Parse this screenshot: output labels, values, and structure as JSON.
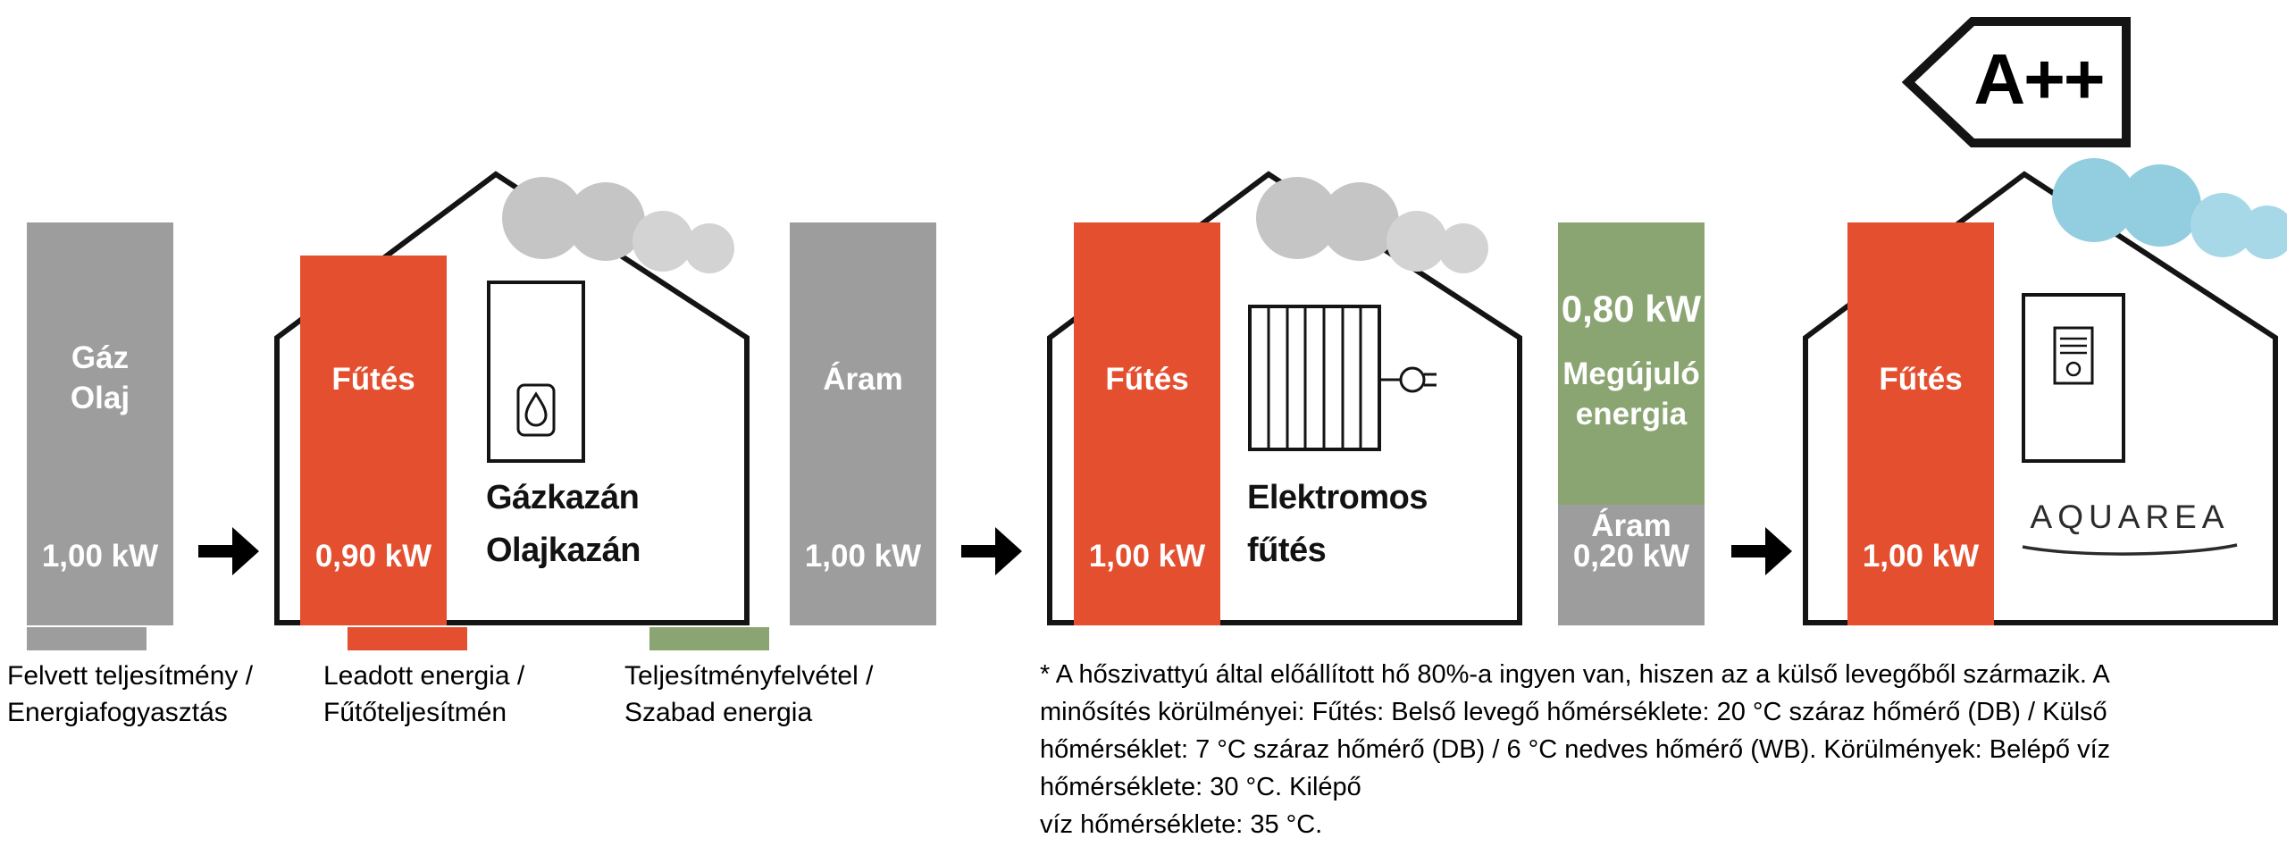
{
  "energy_label": "A++",
  "panel_gas": {
    "input": {
      "label": "Gáz\nOlaj",
      "value": "1,00 kW"
    },
    "output": {
      "label": "Fűtés",
      "value": "0,90 kW"
    },
    "caption": "Gázkazán\nOlajkazán"
  },
  "panel_electric": {
    "input": {
      "label": "Áram",
      "value": "1,00 kW"
    },
    "output": {
      "label": "Fűtés",
      "value": "1,00 kW"
    },
    "caption": "Elektromos\nfűtés"
  },
  "panel_heatpump": {
    "renewable": {
      "value": "0,80 kW",
      "label": "Megújuló\nenergia"
    },
    "electric": {
      "label": "Áram",
      "value": "0,20 kW"
    },
    "output": {
      "label": "Fűtés",
      "value": "1,00 kW"
    },
    "brand": "AQUAREA"
  },
  "legend": {
    "gray": "Felvett teljesítmény /\nEnergiafogyasztás",
    "red": "Leadott energia /\nFűtőteljesítmén",
    "green": "Teljesítményfelvétel /\nSzabad energia"
  },
  "footnote": "* A hőszivattyú által előállított hő 80%-a ingyen van, hiszen az a külső levegőből származik. A\nminősítés körülményei: Fűtés: Belső levegő hőmérséklete: 20 °C száraz hőmérő (DB) / Külső\nhőmérséklet: 7 °C száraz hőmérő (DB) / 6 °C nedves hőmérő (WB). Körülmények: Belépő víz\nhőmérséklete: 30 °C. Kilépő\nvíz hőmérséklete: 35 °C.",
  "colors": {
    "gray": "#9d9d9d",
    "red": "#e4502f",
    "green": "#8ba572",
    "cloud_gray": "#c5c5c5",
    "cloud_blue": "#92cde0"
  }
}
